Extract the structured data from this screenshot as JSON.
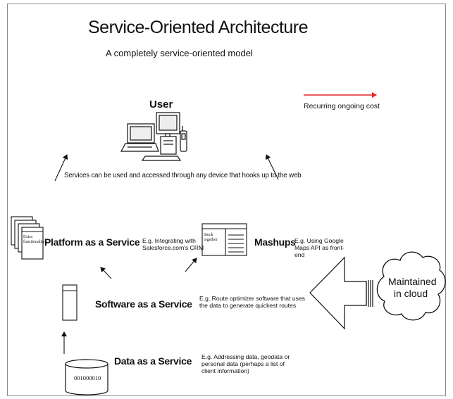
{
  "diagram": {
    "title": "Service-Oriented Architecture",
    "subtitle": "A completely service-oriented model",
    "user_label": "User",
    "legend_label": "Recurring ongoing cost",
    "access_note": "Services can be used and accessed through any device that hooks up to the web",
    "services": {
      "paas": {
        "label": "Platform as a Service",
        "note": "E.g. Integrating with Salesforce.com's CRM",
        "icon_text": "Extra functionality"
      },
      "saas": {
        "label": "Software as a Service",
        "note": "E.g. Route optimizer software that uses the data to generate quickest routes"
      },
      "daas": {
        "label": "Data as a Service",
        "note": "E.g. Addressing data, geodata or personal data (perhaps a list of client information)",
        "icon_text": "001000010"
      },
      "mashups": {
        "label": "Mashups",
        "note": "E.g. Using Google Maps API as front-end",
        "icon_text": "Stuck together"
      }
    },
    "cloud_label": "Maintained in cloud",
    "colors": {
      "recurring_arrow": "#e0292c",
      "ink": "#111111"
    }
  }
}
